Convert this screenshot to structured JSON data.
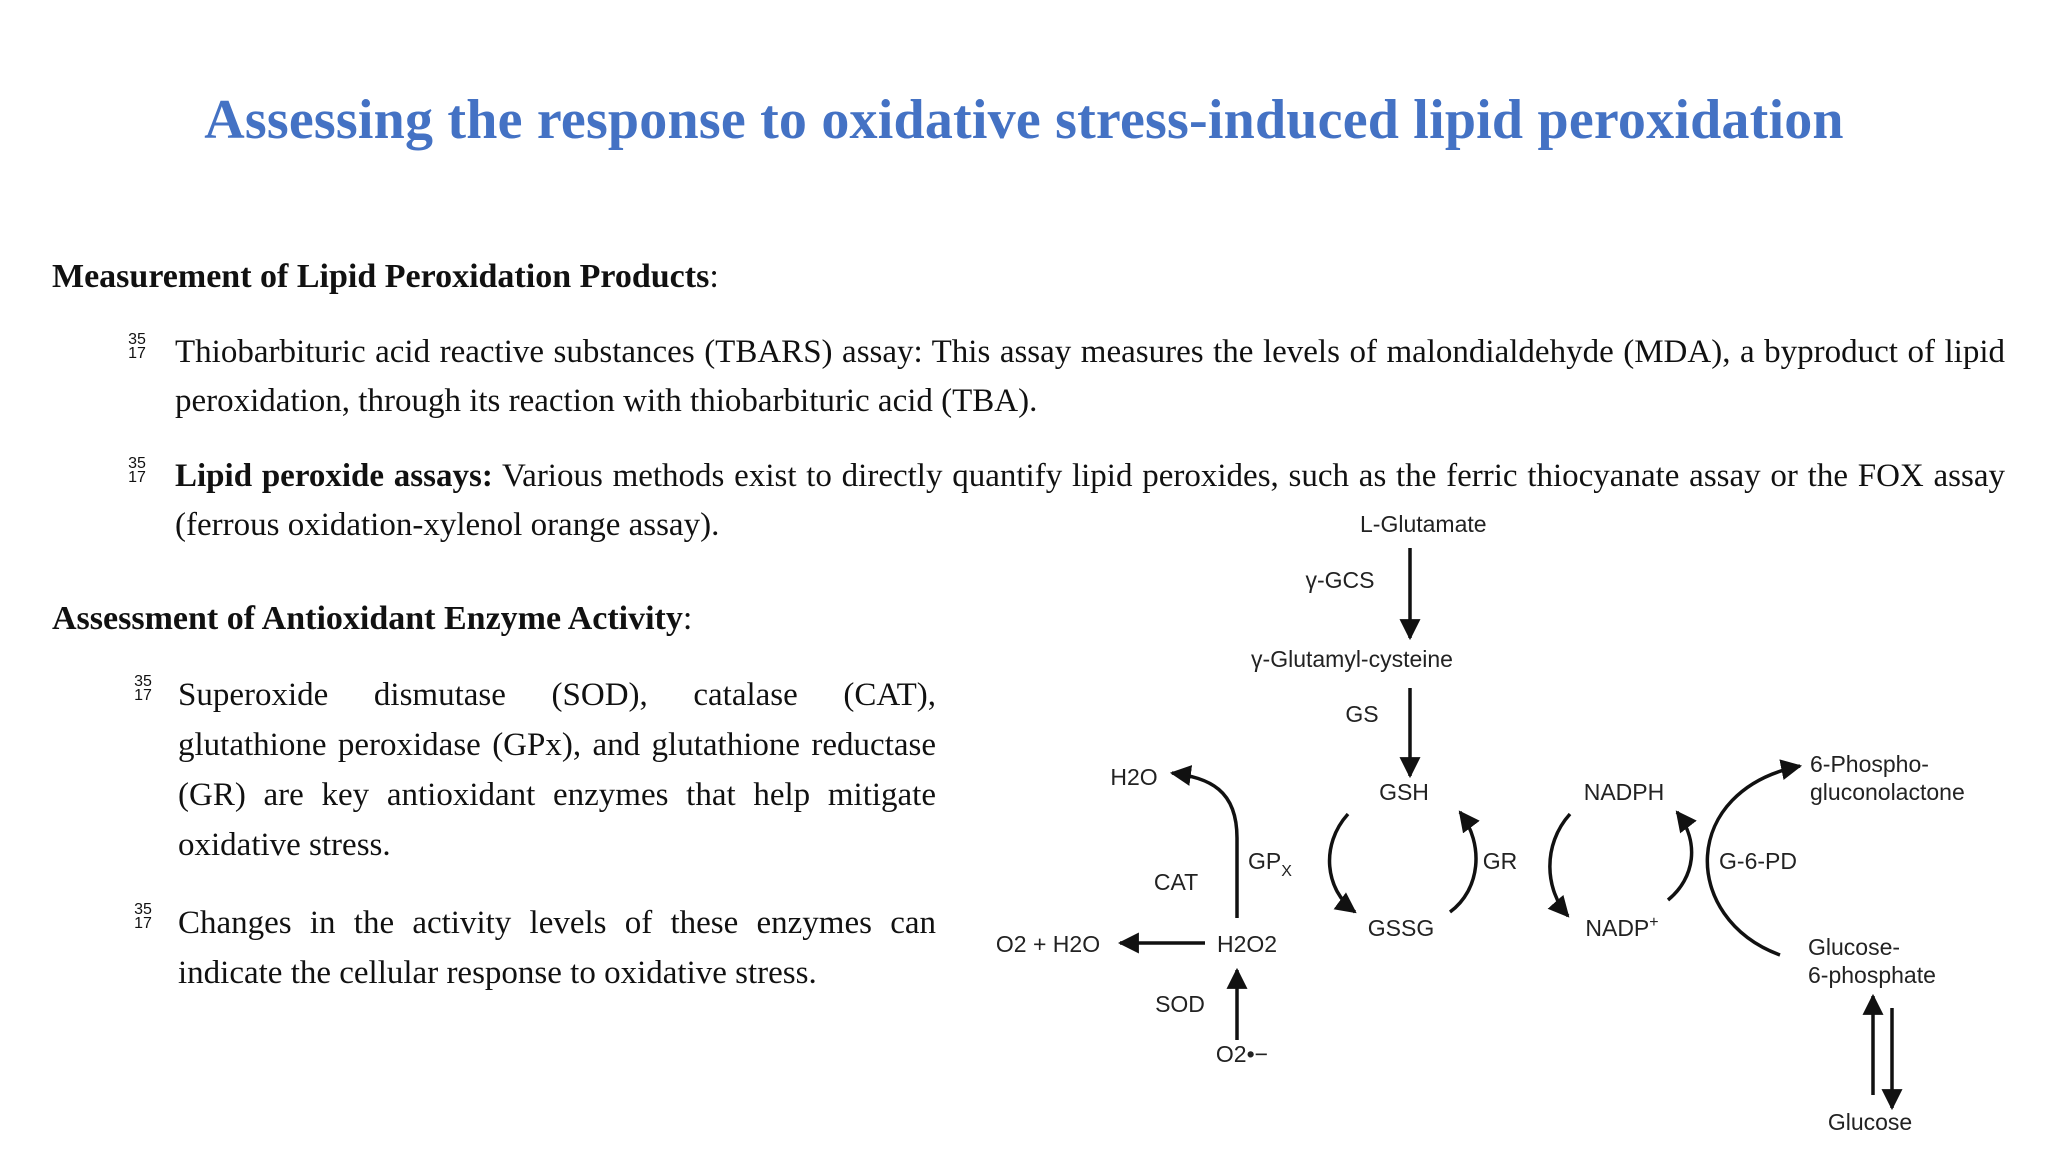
{
  "title": "Assessing the response to oxidative stress-induced lipid peroxidation",
  "section1": {
    "heading": "Measurement of Lipid Peroxidation Products",
    "colon": ":",
    "bullets": [
      {
        "marker_top": "35",
        "marker_bottom": "17",
        "bold": "",
        "text": "Thiobarbituric acid reactive substances (TBARS) assay: This assay measures the levels of malondialdehyde (MDA), a byproduct of lipid peroxidation, through its reaction with thiobarbituric acid (TBA)."
      },
      {
        "marker_top": "35",
        "marker_bottom": "17",
        "bold": "Lipid peroxide assays:",
        "text": " Various methods exist to directly quantify lipid peroxides, such as the ferric thiocyanate assay or the FOX assay (ferrous oxidation-xylenol orange assay)."
      }
    ]
  },
  "section2": {
    "heading": "Assessment of Antioxidant Enzyme Activity",
    "colon": ":",
    "bullets": [
      {
        "marker_top": "35",
        "marker_bottom": "17",
        "text": "Superoxide dismutase (SOD), catalase (CAT), glutathione peroxidase (GPx), and glutathione reductase (GR) are key antioxidant enzymes that help mitigate oxidative stress."
      },
      {
        "marker_top": "35",
        "marker_bottom": "17",
        "text": "Changes in the activity levels of these enzymes can indicate the cellular response to oxidative stress."
      }
    ]
  },
  "diagram": {
    "glutamate": "L-Glutamate",
    "gcs": "γ-GCS",
    "glutamyl_cysteine": "γ-Glutamyl-cysteine",
    "gs": "GS",
    "gsh": "GSH",
    "gssg": "GSSG",
    "gr": "GR",
    "gpx": "GP",
    "gpx_sub": "X",
    "nadph": "NADPH",
    "nadp": "NADP",
    "nadp_sup": "+",
    "g6pd": "G-6-PD",
    "phospho_1": "6-Phospho-",
    "phospho_2": "gluconolactone",
    "g6p_1": "Glucose-",
    "g6p_2": "6-phosphate",
    "glucose": "Glucose",
    "cat": "CAT",
    "sod": "SOD",
    "h2o_top": "H2O",
    "o2_h2o": "O2 + H2O",
    "h2o2": "H2O2",
    "superoxide": "O2•−"
  }
}
